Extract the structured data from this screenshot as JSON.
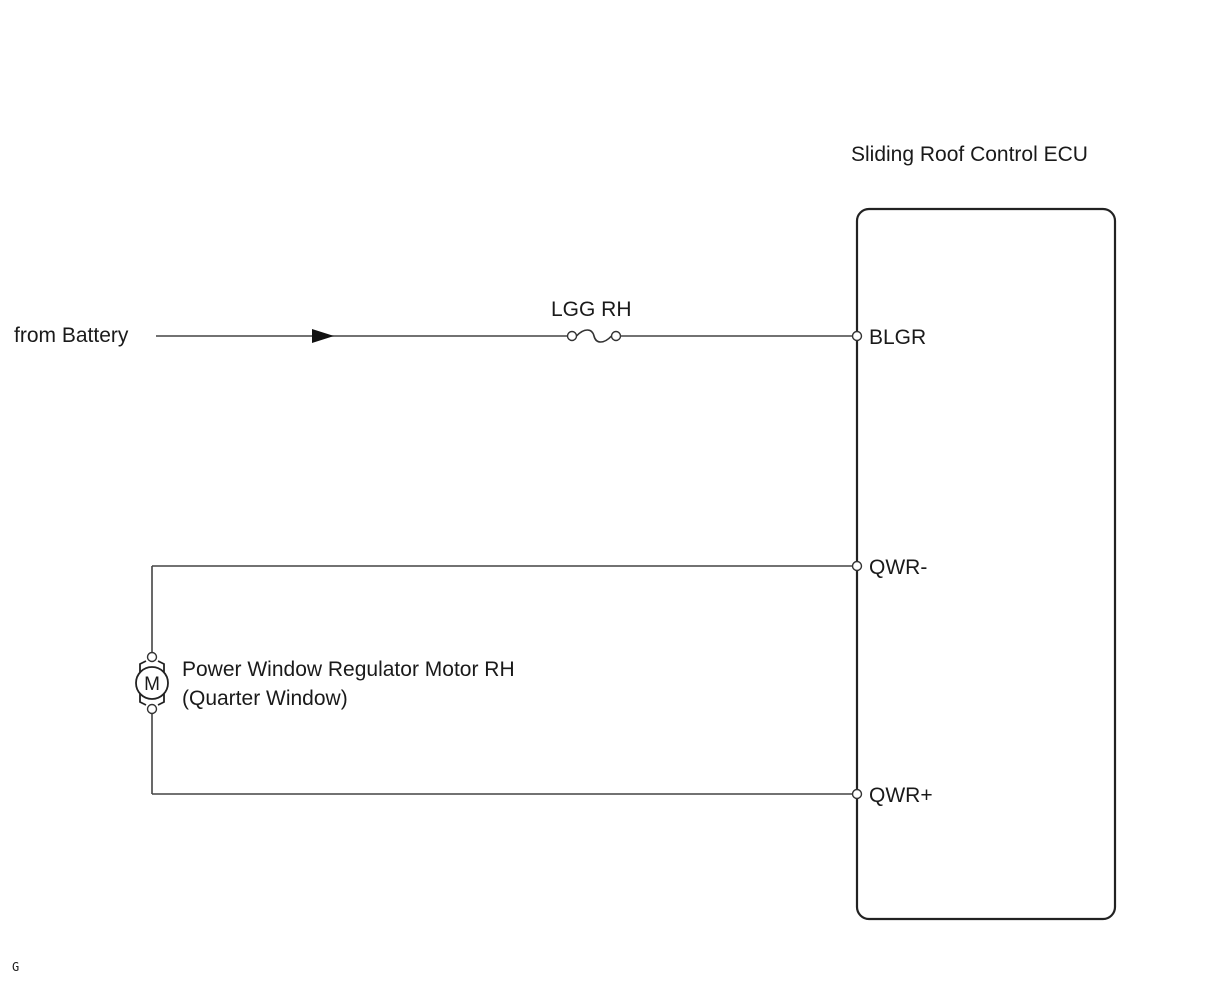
{
  "ecu": {
    "title": "Sliding Roof Control ECU",
    "pins": {
      "blgr": "BLGR",
      "qwr_minus": "QWR-",
      "qwr_plus": "QWR+"
    }
  },
  "source": {
    "label": "from Battery"
  },
  "fuse": {
    "label": "LGG RH"
  },
  "motor": {
    "symbol": "M",
    "label_line1": "Power Window Regulator Motor RH",
    "label_line2": "(Quarter Window)"
  },
  "footer": {
    "code": "G"
  }
}
